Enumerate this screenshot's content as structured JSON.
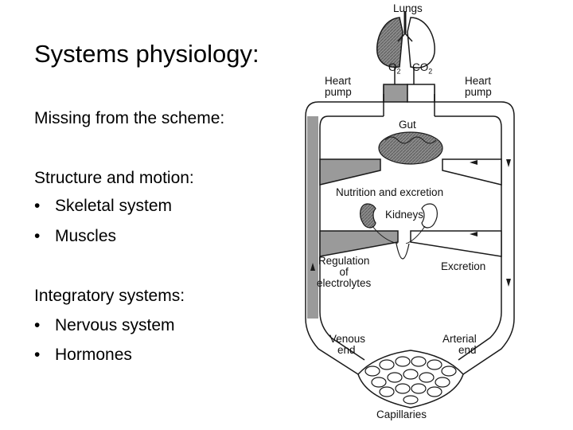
{
  "slide": {
    "title": "Systems physiology:",
    "missing_heading": "Missing from the scheme:",
    "structure_heading": "Structure and motion:",
    "structure_items": [
      "Skeletal system",
      "Muscles"
    ],
    "integratory_heading": "Integratory systems:",
    "integratory_items": [
      "Nervous system",
      "Hormones"
    ],
    "bullet_glyph": "•"
  },
  "diagram": {
    "lungs": "Lungs",
    "o2": "O",
    "o2_sub": "2",
    "co2": "CO",
    "co2_sub": "2",
    "heart_pump_left": [
      "Heart",
      "pump"
    ],
    "heart_pump_right": [
      "Heart",
      "pump"
    ],
    "gut": "Gut",
    "nutrition": "Nutrition and excretion",
    "kidneys": "Kidneys",
    "regulation": [
      "Regulation",
      "of",
      "electrolytes"
    ],
    "excretion": "Excretion",
    "venous": [
      "Venous",
      "end"
    ],
    "arterial": [
      "Arterial",
      "end"
    ],
    "capillaries": "Capillaries",
    "colors": {
      "venous_fill": "#9a9a9a",
      "arterial_fill": "#ffffff",
      "stroke": "#1a1a1a"
    }
  }
}
